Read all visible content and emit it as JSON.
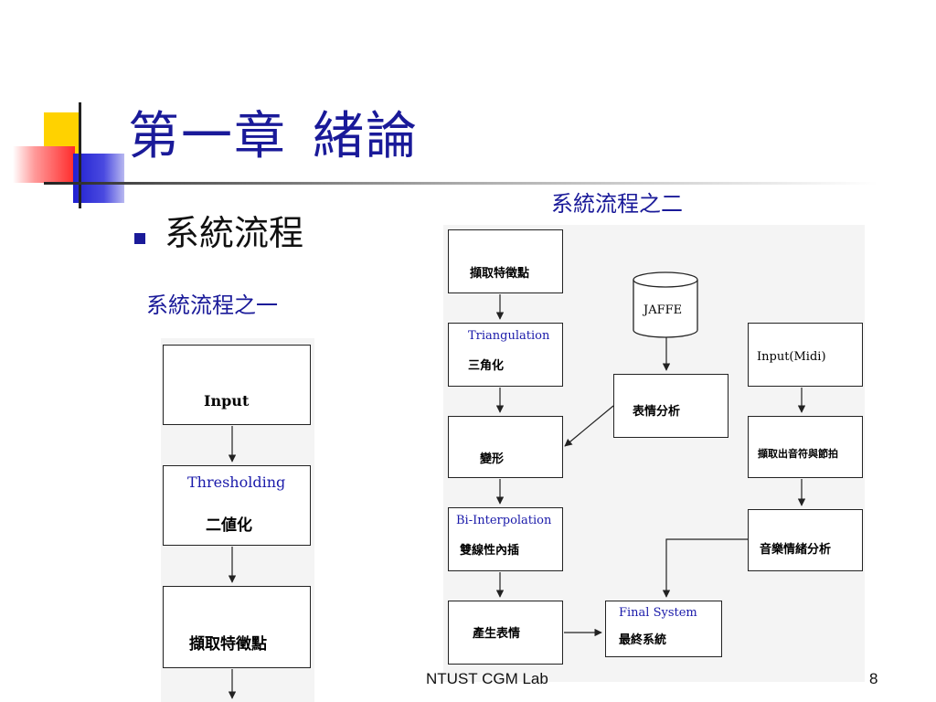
{
  "slide": {
    "title_part1": "第一章",
    "title_part2": "緒論",
    "bullet": "系統流程",
    "footer": "NTUST CGM Lab",
    "page_number": "8",
    "colors": {
      "title": "#1a1a99",
      "deco_yellow": "#ffd200",
      "deco_red": "#ff3030",
      "deco_blue": "#2a2ad0"
    }
  },
  "flow1": {
    "caption": "系統流程之一",
    "box_input": "Input",
    "box_threshold_en": "Thresholding",
    "box_threshold_zh": "二値化",
    "box_extract": "擷取特徵點"
  },
  "flow2": {
    "caption": "系統流程之二",
    "extract": "擷取特徵點",
    "jaffe": "JAFFE",
    "triangulation_en": "Triangulation",
    "triangulation_zh": "三角化",
    "expression_analysis": "表情分析",
    "deform": "變形",
    "bi_interp_en": "Bi-Interpolation",
    "bi_interp_zh": "雙線性內插",
    "generate_expression": "產生表情",
    "final_en": "Final System",
    "final_zh": "最終系統",
    "input_midi": "Input(Midi)",
    "extract_notes": "擷取出音符與節拍",
    "music_emotion": "音樂情緒分析"
  }
}
